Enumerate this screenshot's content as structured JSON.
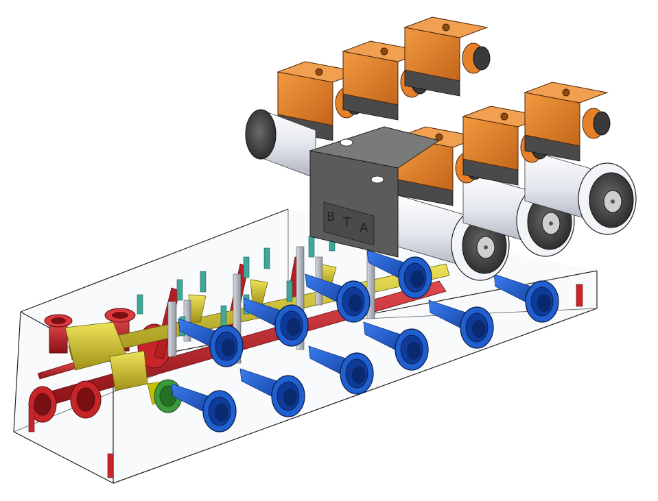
{
  "scene": {
    "description_free": true,
    "colors": {
      "block_edge": "#2b2b2b",
      "block_fill": "#f4f6f8",
      "red_channel": "#c8252a",
      "yellow_channel": "#d8cc2a",
      "blue_port": "#1f5fd0",
      "blue_dark": "#0c2f7a",
      "green_port": "#3c9a3c",
      "teal_pin": "#3fa89a",
      "grey_rod": "#b9bcc4",
      "coil_orange": "#e6812a",
      "coil_orange_dark": "#b85e15",
      "connector_dark": "#4a4a4a",
      "valve_white": "#eef0f4",
      "valve_body_grey": "#5a5a5a",
      "knob_dark": "#3a3a3a"
    },
    "valve_body_label": {
      "port_b": "B",
      "port_t": "T",
      "port_a": "A"
    },
    "counts": {
      "valves": 3,
      "solenoid_coils": 6
    }
  }
}
